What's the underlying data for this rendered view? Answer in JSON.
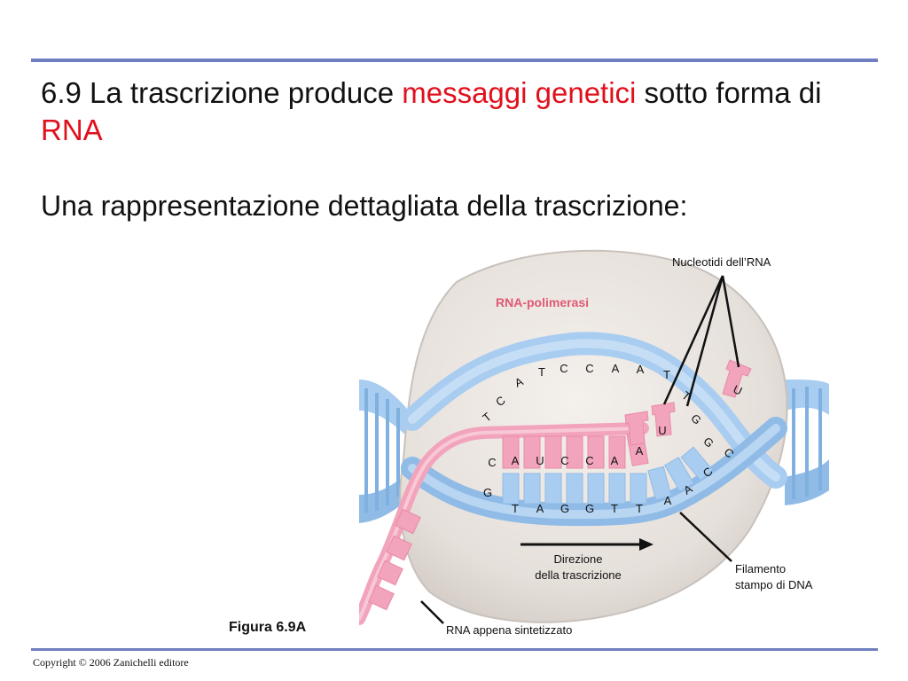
{
  "title": {
    "part1": "6.9 La trascrizione produce ",
    "highlight1": "messaggi genetici",
    "part2": " sotto forma di ",
    "highlight2": "RNA"
  },
  "subtitle": "Una rappresentazione dettagliata della trascrizione:",
  "figure": {
    "caption": "Figura 6.9A",
    "labels": {
      "polymerase": "RNA-polimerasi",
      "nucleotides": "Nucleotidi dell’RNA",
      "direction_line1": "Direzione",
      "direction_line2": "della trascrizione",
      "template_line1": "Filamento",
      "template_line2": "stampo di DNA",
      "new_rna": "RNA appena sintetizzato"
    },
    "upper_strand": [
      "T",
      "C",
      "A",
      "T",
      "C",
      "C",
      "A",
      "A",
      "T",
      "T",
      "G",
      "G",
      "C"
    ],
    "rna_strand": [
      "C",
      "A",
      "U",
      "C",
      "C",
      "A",
      "A"
    ],
    "free_nucleotides": [
      "U",
      "U"
    ],
    "template_strand": [
      "G",
      "T",
      "A",
      "G",
      "G",
      "T",
      "T",
      "A",
      "A",
      "C"
    ],
    "colors": {
      "polymerase": "#e8e2dd",
      "dna": "#a9cdf0",
      "rna": "#f2a4bc",
      "accent_red": "#e0101c",
      "rule": "#6f7fc0"
    }
  },
  "copyright": "Copyright © 2006 Zanichelli editore"
}
